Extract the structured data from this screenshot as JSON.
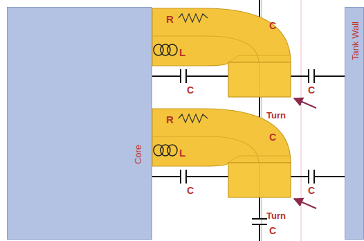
{
  "diagram": {
    "nodes": [
      {
        "text": [
          "Core"
        ]
      },
      {
        "text": [
          "Tank Wall"
        ]
      }
    ],
    "labels": [
      "R",
      "L",
      "C",
      "C",
      "C",
      "Turn",
      "C",
      "R",
      "L",
      "C",
      "C",
      "Turn",
      "C"
    ]
  }
}
